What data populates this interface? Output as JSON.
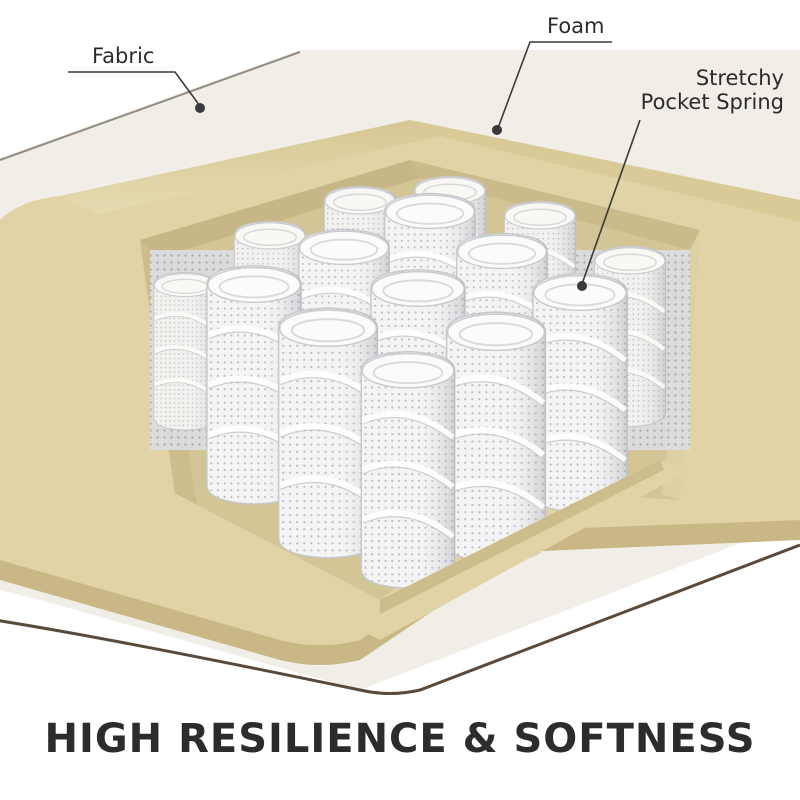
{
  "callouts": {
    "fabric": "Fabric",
    "foam": "Foam",
    "spring_line1": "Stretchy",
    "spring_line2": "Pocket Spring"
  },
  "headline": "HIGH RESILIENCE & SOFTNESS",
  "colors": {
    "fabric": "#f1eee7",
    "fabric_shade": "#e5e1d7",
    "foam": "#e1d3a6",
    "foam_dark": "#c9b885",
    "foam_light": "#ece2c0",
    "spring": "#f3f3f3",
    "spring_shade": "#d7d9dc",
    "edge": "#5a4a3c",
    "text": "#2c2c2c"
  },
  "icons": [
    "leader-line-icon",
    "dot-marker-icon"
  ]
}
